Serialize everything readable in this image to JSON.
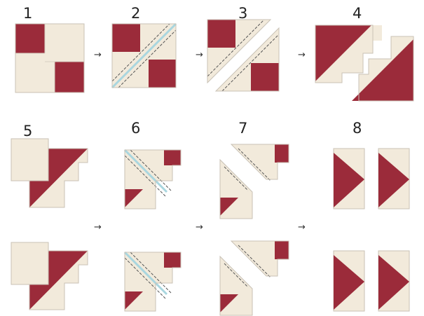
{
  "steps": [
    {
      "label": "1"
    },
    {
      "label": "2"
    },
    {
      "label": "3"
    },
    {
      "label": "4"
    },
    {
      "label": "5"
    },
    {
      "label": "6"
    },
    {
      "label": "7"
    },
    {
      "label": "8"
    }
  ],
  "arrow_glyph": "→",
  "colors": {
    "red": "#9b2b3a",
    "cream": "#f2eadb",
    "edge": "#c9c2b6",
    "stitch": "#555555",
    "cut": "#a9d6df"
  },
  "icons": [
    "arrow-right-icon"
  ]
}
